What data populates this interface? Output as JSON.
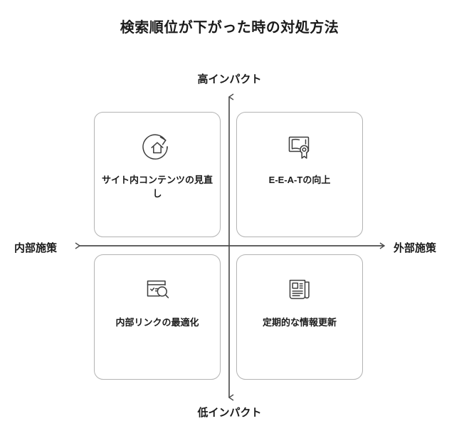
{
  "chart_data": {
    "type": "quadrant-matrix",
    "title": "検索順位が下がった時の対処方法",
    "xlabel": "",
    "ylabel": "",
    "axes": {
      "vertical": {
        "top_label": "高インパクト",
        "bottom_label": "低インパクト"
      },
      "horizontal": {
        "left_label": "内部施策",
        "right_label": "外部施策"
      }
    },
    "quadrants": [
      {
        "position": "top-left",
        "label": "サイト内コンテンツの見直し",
        "icon": "home-refresh-icon",
        "impact": "高インパクト",
        "measure": "内部施策"
      },
      {
        "position": "top-right",
        "label": "E-E-A-Tの向上",
        "icon": "certificate-award-icon",
        "impact": "高インパクト",
        "measure": "外部施策"
      },
      {
        "position": "bottom-left",
        "label": "内部リンクの最適化",
        "icon": "browser-search-icon",
        "impact": "低インパクト",
        "measure": "内部施策"
      },
      {
        "position": "bottom-right",
        "label": "定期的な情報更新",
        "icon": "newspaper-icon",
        "impact": "低インパクト",
        "measure": "外部施策"
      }
    ],
    "colors": {
      "background": "#ffffff",
      "text": "#1b1b1b",
      "card_border": "#b3b3b3",
      "axis_line": "#4d4d4d",
      "icon_stroke": "#3d3d3d"
    },
    "grid": false,
    "legend": "none"
  }
}
